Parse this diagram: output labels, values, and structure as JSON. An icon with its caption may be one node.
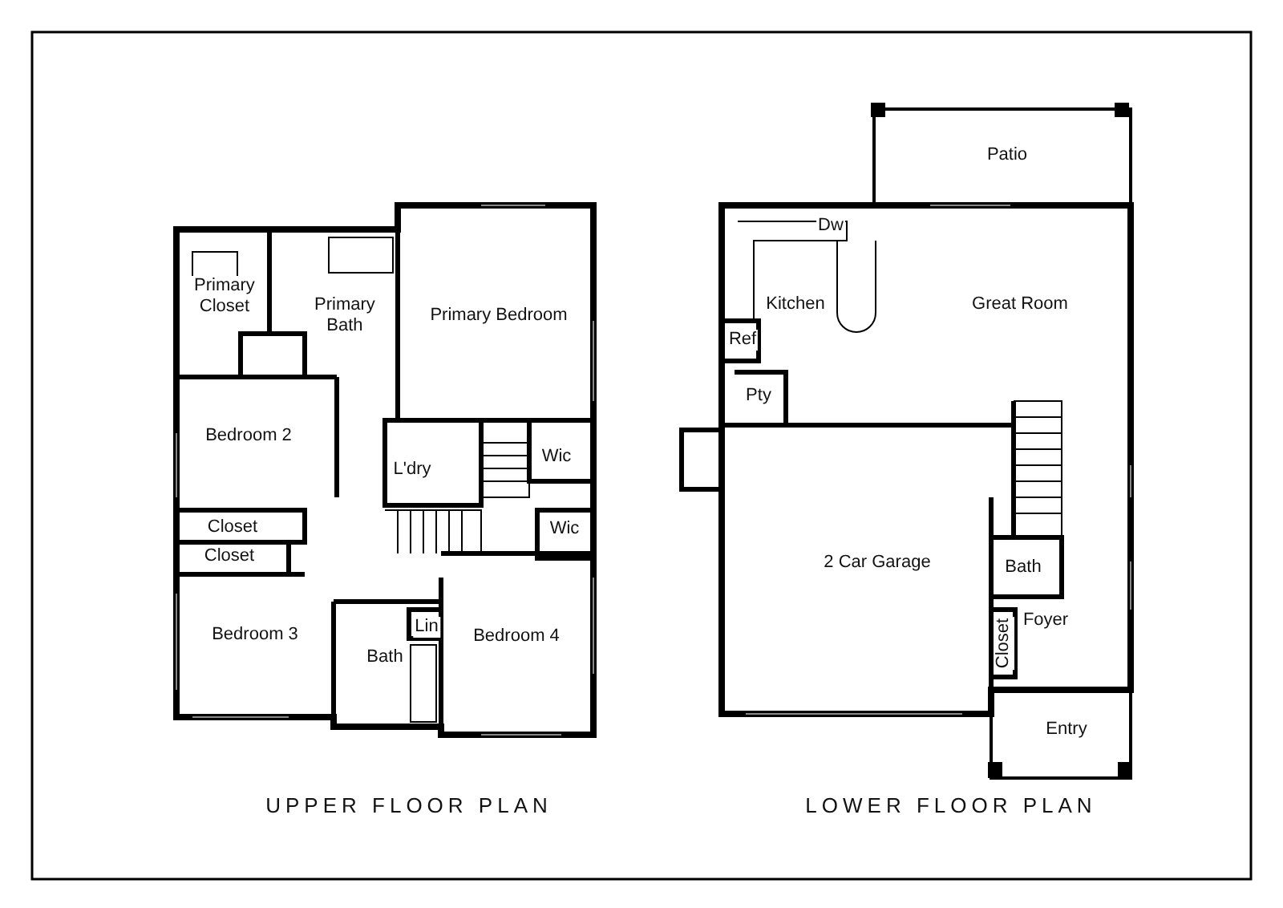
{
  "diagram": {
    "labels": [
      "Primary Closet",
      "Primary Bath",
      "Primary Bedroom",
      "Bedroom 2",
      "L'dry",
      "Wic",
      "Wic",
      "Closet",
      "Closet",
      "Bedroom 3",
      "Lin",
      "Bath",
      "Bedroom 4",
      "UPPER FLOOR PLAN",
      "Patio",
      "Dw",
      "Kitchen",
      "Great Room",
      "Ref",
      "Pty",
      "2 Car Garage",
      "Bath",
      "Foyer",
      "Closet",
      "Entry",
      "LOWER FLOOR PLAN"
    ]
  }
}
